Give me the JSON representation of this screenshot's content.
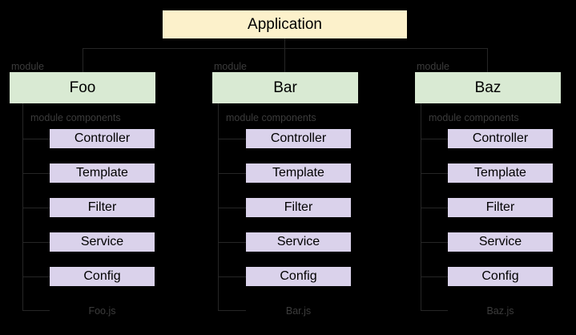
{
  "application": {
    "label": "Application"
  },
  "modules": [
    {
      "name": "Foo",
      "module_label": "module",
      "components_label": "module components",
      "file": "Foo.js"
    },
    {
      "name": "Bar",
      "module_label": "module",
      "components_label": "module components",
      "file": "Bar.js"
    },
    {
      "name": "Baz",
      "module_label": "module",
      "components_label": "module components",
      "file": "Baz.js"
    }
  ],
  "components": [
    "Controller",
    "Template",
    "Filter",
    "Service",
    "Config"
  ],
  "colors": {
    "background": "#000000",
    "application_box": "#FCF1CB",
    "module_box": "#D9EAD3",
    "component_box": "#DAD2EB",
    "line": "#262626",
    "muted_label": "#3C3C3C"
  }
}
